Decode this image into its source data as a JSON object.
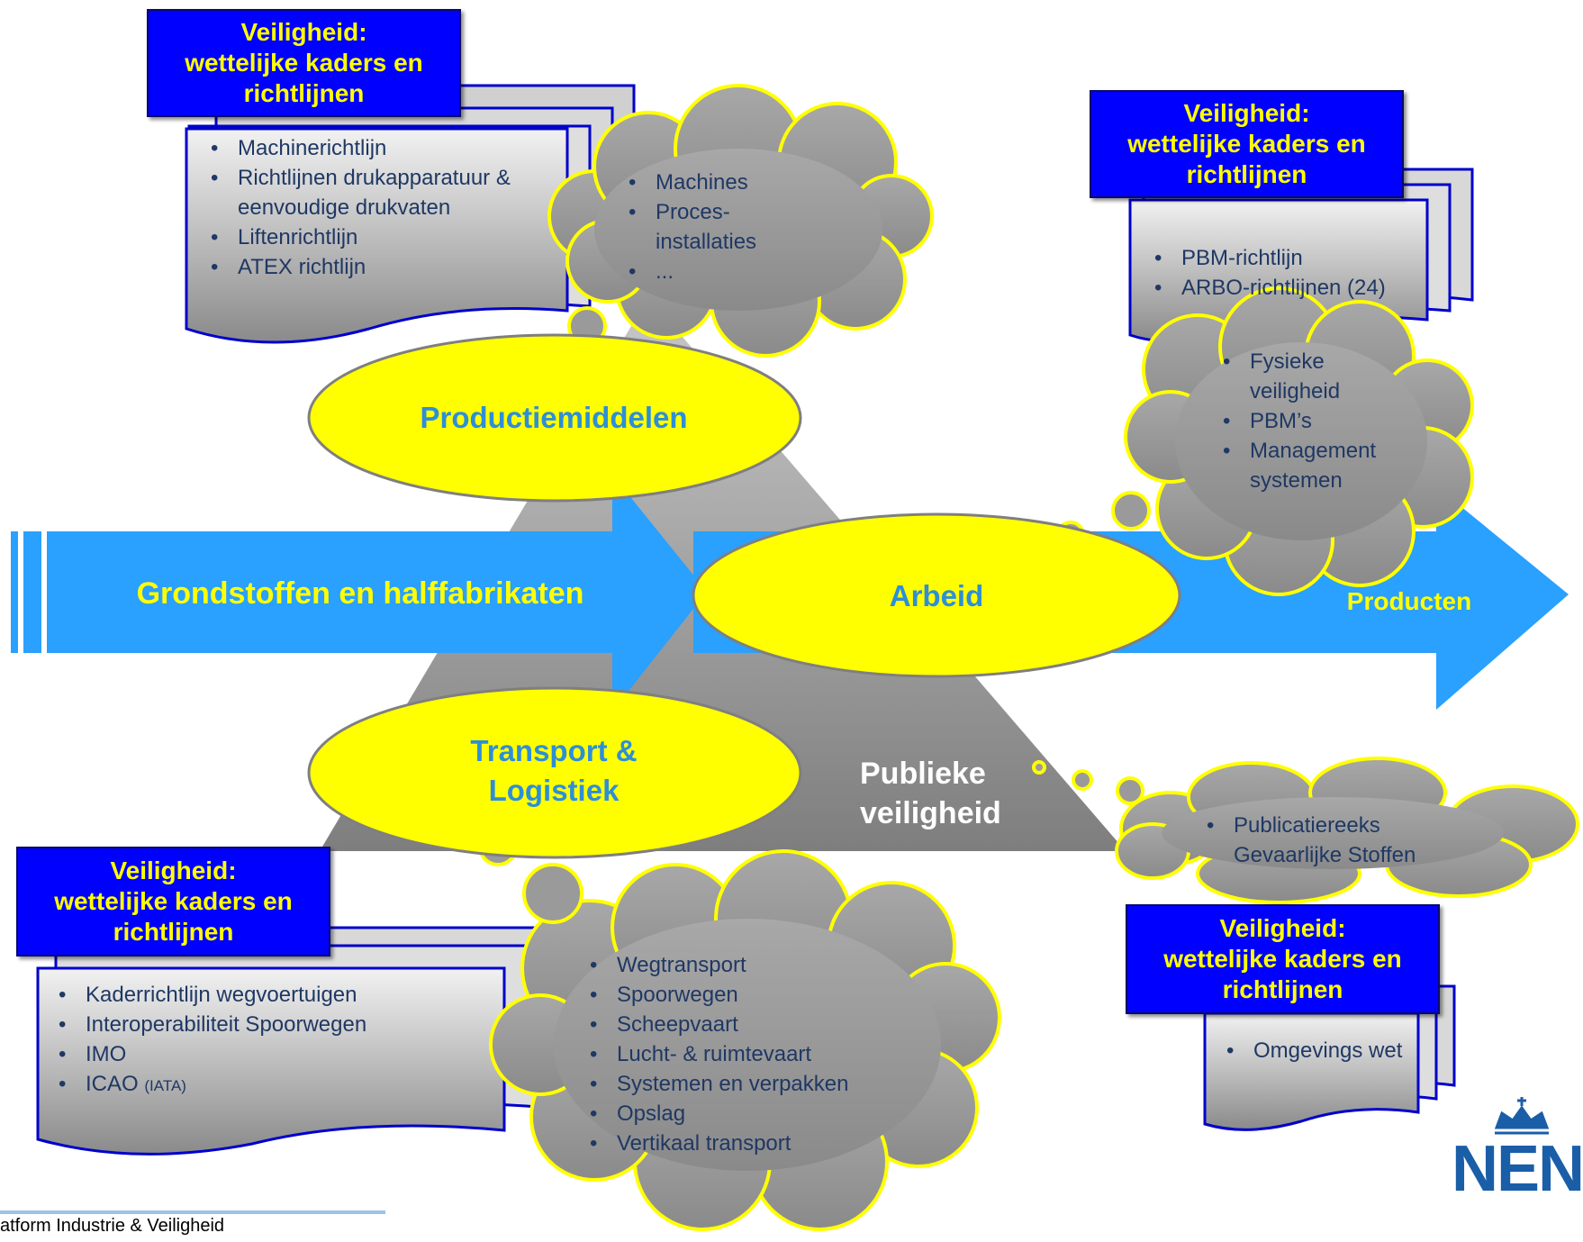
{
  "colors": {
    "arrow": "#2aa0ff",
    "triangle": "#9a9a9a",
    "ellipse_fill": "#ffff00",
    "box_title_bg": "#0000ff",
    "box_title_text": "#ffff00",
    "cloud_fill": "#8f8f8f",
    "cloud_outline": "#ffff00",
    "bullet_text": "#1f3864",
    "nen_logo": "#1a5ea8"
  },
  "arrow_label": "Grondstoffen en halffabrikaten",
  "products_label": "Producten",
  "ellipses": {
    "productiemiddelen": "Productiemiddelen",
    "arbeid": "Arbeid",
    "transport": [
      "Transport &",
      "Logistiek"
    ]
  },
  "public_safety": [
    "Publieke",
    "veiligheid"
  ],
  "boxes": {
    "top_left": {
      "title": [
        "Veiligheid:",
        "wettelijke kaders en",
        "richtlijnen"
      ],
      "items": [
        "Machinerichtlijn",
        "Richtlijnen drukapparatuur & eenvoudige drukvaten",
        "Liftenrichtlijn",
        "ATEX richtlijn"
      ]
    },
    "top_right": {
      "title": [
        "Veiligheid:",
        "wettelijke kaders en",
        "richtlijnen"
      ],
      "items": [
        "PBM-richtlijn",
        "ARBO-richtlijnen (24)"
      ]
    },
    "bottom_left": {
      "title": [
        "Veiligheid:",
        "wettelijke kaders en",
        "richtlijnen"
      ],
      "items": [
        "Kaderrichtlijn wegvoertuigen",
        "Interoperabiliteit Spoorwegen",
        "IMO",
        "ICAO"
      ],
      "icao_suffix": "(IATA)"
    },
    "bottom_right": {
      "title": [
        "Veiligheid:",
        "wettelijke kaders en",
        "richtlijnen"
      ],
      "items": [
        "Omgevings wet"
      ]
    }
  },
  "clouds": {
    "machines": [
      "Machines",
      "Proces-installaties",
      "..."
    ],
    "arbeid": [
      "Fysieke veiligheid",
      "PBM’s",
      "Management systemen"
    ],
    "publiek": [
      "Publicatiereeks Gevaarlijke Stoffen"
    ],
    "transport": [
      "Wegtransport",
      "Spoorwegen",
      "Scheepvaart",
      "Lucht- & ruimtevaart",
      "Systemen en verpakken",
      "Opslag",
      "Vertikaal transport"
    ]
  },
  "footer": "atform Industrie & Veiligheid",
  "logo_text": "NEN"
}
